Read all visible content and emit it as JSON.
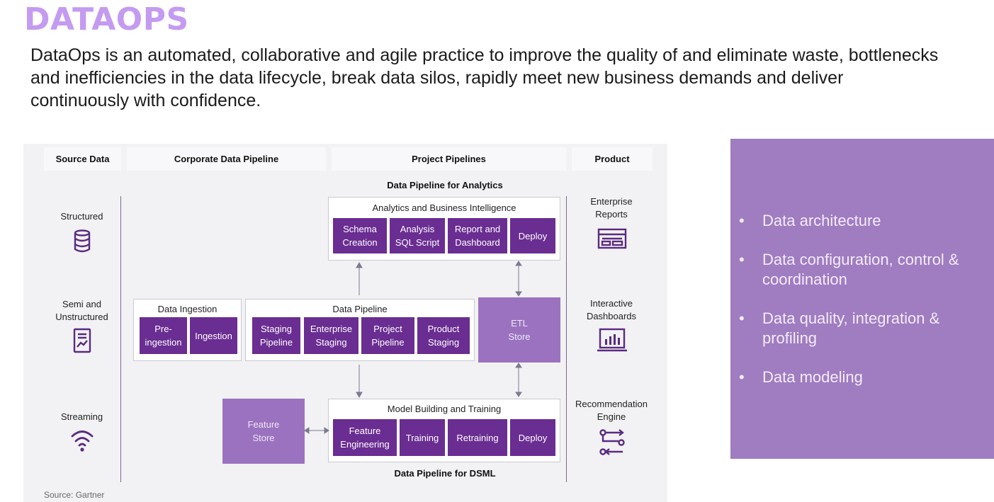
{
  "page": {
    "title": "DATAOPS",
    "intro": "DataOps is an automated, collaborative and agile practice to improve the quality of and eliminate waste, bottlenecks and inefficiencies in the data lifecycle, break data silos, rapidly meet new business demands and deliver continuously with confidence."
  },
  "colors": {
    "title": "#c49bf0",
    "box_dark": "#6a2d91",
    "box_light": "#9b72c0",
    "side_panel": "#a07cc0"
  },
  "diagram": {
    "headers": [
      "Source Data",
      "Corporate Data Pipeline",
      "Project Pipelines",
      "Product"
    ],
    "analytics_label": "Data Pipeline for Analytics",
    "dsml_label": "Data Pipeline for DSML",
    "sources": [
      {
        "label": "Structured",
        "icon": "database-icon"
      },
      {
        "label": "Semi and\nUnstructured",
        "icon": "document-chart-icon"
      },
      {
        "label": "Streaming",
        "icon": "wifi-icon"
      }
    ],
    "abi": {
      "title": "Analytics and Business Intelligence",
      "boxes": [
        "Schema\nCreation",
        "Analysis\nSQL Script",
        "Report and\nDashboard",
        "Deploy"
      ]
    },
    "ingestion": {
      "title": "Data Ingestion",
      "boxes": [
        "Pre-\ningestion",
        "Ingestion"
      ]
    },
    "pipeline": {
      "title": "Data Pipeline",
      "boxes": [
        "Staging\nPipeline",
        "Enterprise\nStaging",
        "Project\nPipeline",
        "Product\nStaging"
      ]
    },
    "etl": "ETL\nStore",
    "feature_store": "Feature\nStore",
    "model": {
      "title": "Model Building and Training",
      "boxes": [
        "Feature\nEngineering",
        "Training",
        "Retraining",
        "Deploy"
      ]
    },
    "products": [
      {
        "label": "Enterprise\nReports",
        "icon": "report-icon"
      },
      {
        "label": "Interactive\nDashboards",
        "icon": "bar-chart-icon"
      },
      {
        "label": "Recommendation\nEngine",
        "icon": "flow-icon"
      }
    ],
    "source_note": "Source: Gartner"
  },
  "side_panel": {
    "items": [
      "Data architecture",
      "Data configuration, control & coordination",
      "Data quality, integration & profiling",
      "Data modeling"
    ]
  }
}
